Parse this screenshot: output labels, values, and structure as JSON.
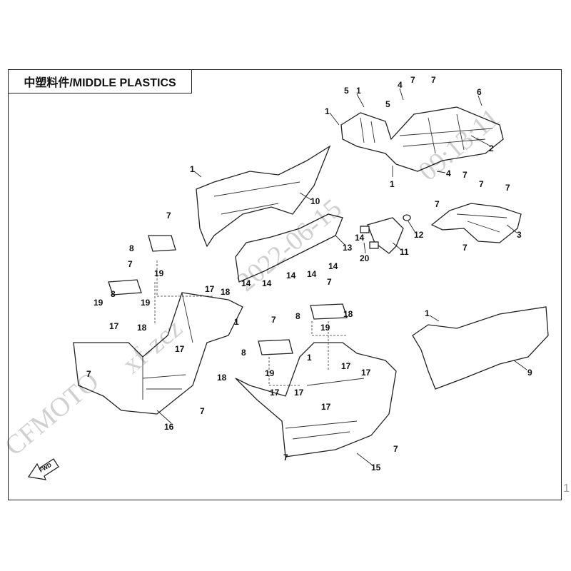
{
  "title": "中塑料件/MIDDLE PLASTICS",
  "watermark": {
    "brand": "CFMOTO",
    "user": "xf-zcz",
    "date": "2022-06-15",
    "time": "09:13:11"
  },
  "fwd_label": "FWD",
  "page_marker": "1",
  "callouts": [
    "1",
    "5",
    "1",
    "5",
    "4",
    "7",
    "7",
    "6",
    "2",
    "1",
    "4",
    "1",
    "10",
    "7",
    "7",
    "7",
    "7",
    "3",
    "7",
    "12",
    "11",
    "20",
    "14",
    "13",
    "14",
    "14",
    "14",
    "14",
    "14",
    "7",
    "8",
    "19",
    "7",
    "8",
    "19",
    "19",
    "17",
    "18",
    "17",
    "18",
    "1",
    "17",
    "7",
    "16",
    "7",
    "7",
    "8",
    "19",
    "18",
    "7",
    "8",
    "19",
    "1",
    "18",
    "17",
    "17",
    "17",
    "17",
    "17",
    "7",
    "7",
    "15",
    "1",
    "9"
  ]
}
